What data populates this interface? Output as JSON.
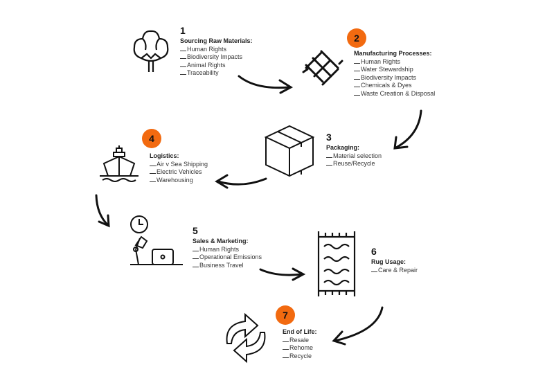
{
  "accent_color": "#f26a10",
  "stages": [
    {
      "number": "1",
      "title": "Sourcing Raw Materials:",
      "items": [
        "Human Rights",
        "Biodiversity Impacts",
        "Animal Rights",
        "Traceability"
      ],
      "icon": "cotton-plant-icon",
      "highlighted": false
    },
    {
      "number": "2",
      "title": "Manufacturing Processes:",
      "items": [
        "Human Rights",
        "Water Stewardship",
        "Biodiversity Impacts",
        "Chemicals & Dyes",
        "Waste Creation & Disposal"
      ],
      "icon": "woven-knot-icon",
      "highlighted": true
    },
    {
      "number": "3",
      "title": "Packaging:",
      "items": [
        "Material selection",
        "Reuse/Recycle"
      ],
      "icon": "box-icon",
      "highlighted": false
    },
    {
      "number": "4",
      "title": "Logistics:",
      "items": [
        "Air v Sea Shipping",
        "Electric Vehicles",
        "Warehousing"
      ],
      "icon": "ship-icon",
      "highlighted": true
    },
    {
      "number": "5",
      "title": "Sales & Marketing:",
      "items": [
        "Human Rights",
        "Operational Emissions",
        "Business Travel"
      ],
      "icon": "desk-clock-lamp-laptop-icon",
      "highlighted": false
    },
    {
      "number": "6",
      "title": "Rug Usage:",
      "items": [
        "Care & Repair"
      ],
      "icon": "rug-icon",
      "highlighted": false
    },
    {
      "number": "7",
      "title": "End of Life:",
      "items": [
        "Resale",
        "Rehome",
        "Recycle"
      ],
      "icon": "recycle-arrows-icon",
      "highlighted": true
    }
  ]
}
